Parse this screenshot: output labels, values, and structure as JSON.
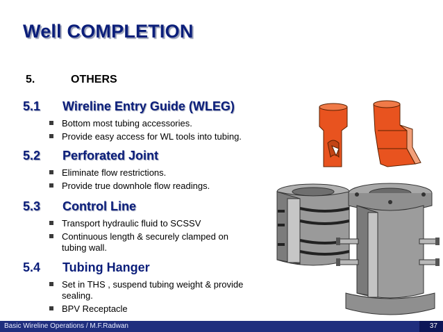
{
  "slide": {
    "title": "Well COMPLETION",
    "section": {
      "number": "5.",
      "label": "OTHERS"
    },
    "items": [
      {
        "number": "5.1",
        "title": "Wireline Entry Guide (WLEG)",
        "bullets": [
          "Bottom most tubing accessories.",
          "Provide easy access for WL tools into tubing."
        ]
      },
      {
        "number": "5.2",
        "title": "Perforated Joint",
        "bullets": [
          "Eliminate flow restrictions.",
          "Provide true downhole flow readings."
        ]
      },
      {
        "number": "5.3",
        "title": "Control Line",
        "bullets": [
          "Transport hydraulic fluid to SCSSV",
          "Continuous length & securely clamped on tubing wall."
        ]
      },
      {
        "number": "5.4",
        "title": "Tubing Hanger",
        "bullets": [
          "Set in THS , suspend tubing weight & provide sealing.",
          "BPV Receptacle"
        ]
      }
    ],
    "footer": {
      "source": "Basic Wireline Operations / M.F.Radwan",
      "page": "37"
    }
  },
  "colors": {
    "title": "#0b1e7a",
    "footer_bar": "#1f2e7e",
    "page_box": "#0d1658",
    "wleg_orange": "#e8531f",
    "metal_gray": "#8c8c8c"
  },
  "icons": {
    "wleg": "wireline-entry-guide-illustration",
    "hanger": "tubing-hanger-illustration",
    "spool": "tubing-head-spool-illustration"
  }
}
